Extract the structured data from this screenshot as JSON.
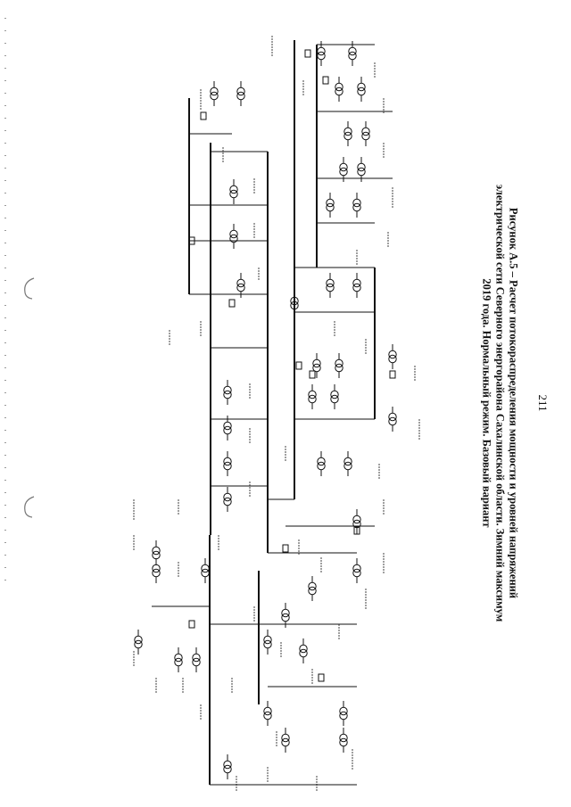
{
  "figure": {
    "caption_lines": [
      "Рисунок А.5 – Расчет потокораспределения мощности и уровней напряжений",
      "электрической сети Северного энергорайона Сахалинской области. Зимний максимум",
      "2019 года. Нормальный режим. Базовый вариант"
    ],
    "page_number": "211"
  },
  "colors": {
    "ink": "#111111",
    "paper": "#ffffff"
  }
}
